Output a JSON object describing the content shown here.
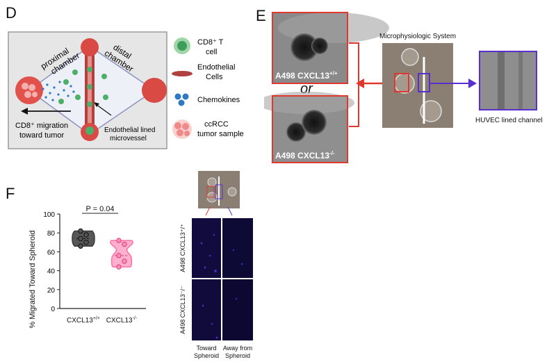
{
  "panels": {
    "d": "D",
    "e": "E",
    "f": "F"
  },
  "panel_d": {
    "proximal": [
      "proximal",
      "chamber"
    ],
    "distal": [
      "distal",
      "chamber"
    ],
    "migration": [
      "CD8⁺ migration",
      "toward tumor"
    ],
    "microvessel": [
      "Endothelial lined",
      "microvessel"
    ],
    "legend": [
      {
        "lines": [
          "CD8⁺ T",
          "cell"
        ],
        "icon": "t-cell-icon",
        "color": "#4caf6a"
      },
      {
        "lines": [
          "Endothelial",
          "Cells"
        ],
        "icon": "endothelial-cell-icon",
        "color": "#b0413e"
      },
      {
        "lines": [
          "Chemokines"
        ],
        "icon": "chemokine-icon",
        "color": "#2f78c6"
      },
      {
        "lines": [
          "ccRCC",
          "tumor sample"
        ],
        "icon": "tumor-sample-icon",
        "color": "#f08a8a"
      }
    ]
  },
  "panel_e": {
    "top_label": "A498 CXCL13",
    "top_sup": "+/+",
    "or": "or",
    "bottom_label": "A498 CXCL13",
    "bottom_sup": "-/-",
    "system_title": "Microphysiologic System",
    "huvec": "HUVEC lined channel",
    "colors": {
      "red": "#e0382e",
      "purple": "#5a2fd0"
    }
  },
  "panel_f": {
    "ylabel": "% Migrated Toward Spheroid",
    "p_value": "P = 0.04",
    "x_cat_1": "CXCL13",
    "x_sup_1": "+/+",
    "x_cat_2": "CXCL13",
    "x_sup_2": "-/-",
    "row_labels": [
      "A498 CXCL13⁺/⁺",
      "A498 CXCL13⁻/⁻"
    ],
    "col_labels": [
      [
        "Toward",
        "Spheroid"
      ],
      [
        "Away from",
        "Spheroid"
      ]
    ]
  },
  "chart_data": {
    "type": "violin",
    "ylabel": "% Migrated Toward Spheroid",
    "ylim": [
      0,
      100
    ],
    "yticks": [
      0,
      20,
      40,
      60,
      80,
      100
    ],
    "categories": [
      "CXCL13+/+",
      "CXCL13-/-"
    ],
    "series": [
      {
        "values": [
          66,
          70,
          74,
          78,
          82
        ],
        "color": "#3a3a3a"
      },
      {
        "values": [
          44,
          50,
          56,
          68,
          72
        ],
        "color": "#ff6fa5"
      }
    ],
    "annotation": "P = 0.04"
  }
}
